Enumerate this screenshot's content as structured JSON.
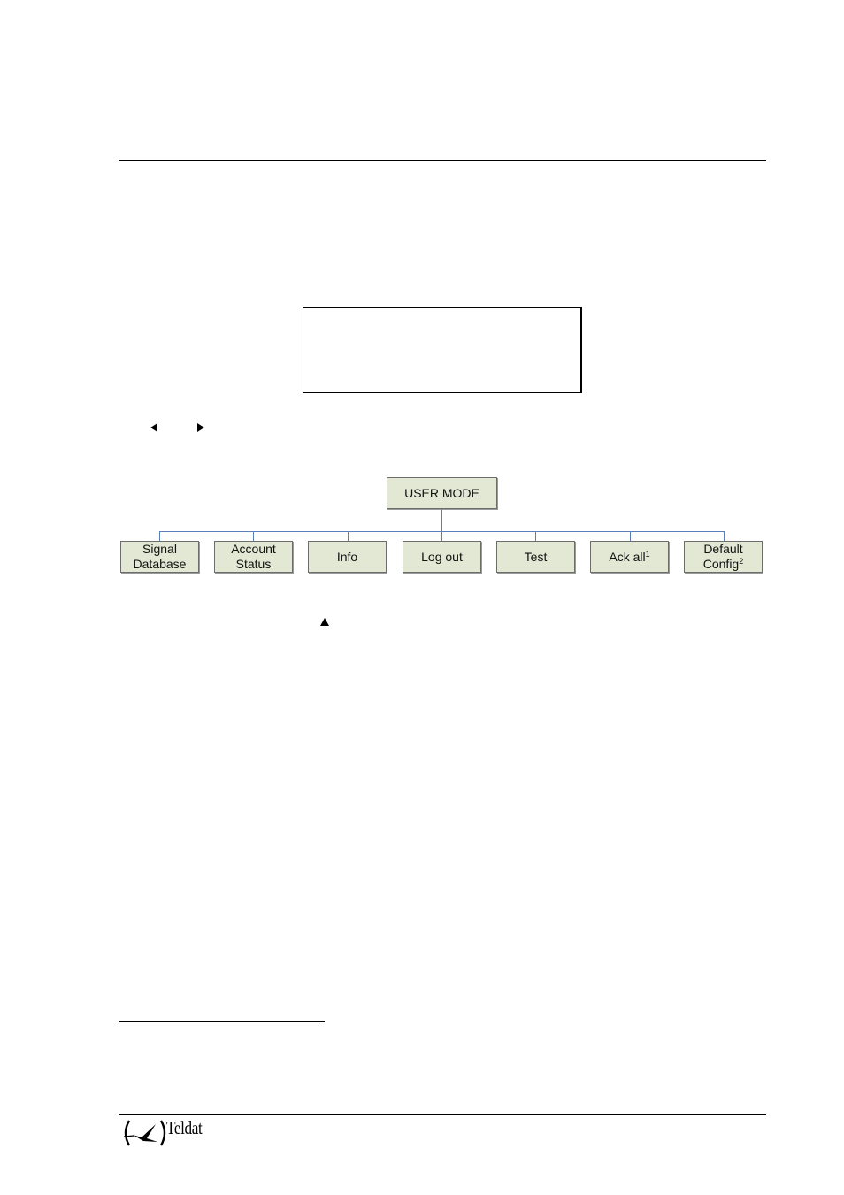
{
  "diagram": {
    "root": "USER MODE",
    "children": [
      {
        "line1": "Signal",
        "line2": "Database"
      },
      {
        "line1": "Account",
        "line2": "Status"
      },
      {
        "line1": "Info"
      },
      {
        "line1": "Log out"
      },
      {
        "line1": "Test"
      },
      {
        "line1": "Ack all",
        "sup": "1"
      },
      {
        "line1": "Default",
        "line2": "Config",
        "sup": "2"
      }
    ],
    "connector_color": "#5a7fb8",
    "node_fill": "#e3e8d4"
  },
  "icons": {
    "left": "left-triangle-icon",
    "right": "right-triangle-icon",
    "up": "up-triangle-icon"
  },
  "footer": {
    "logo_text": "Teldat"
  }
}
